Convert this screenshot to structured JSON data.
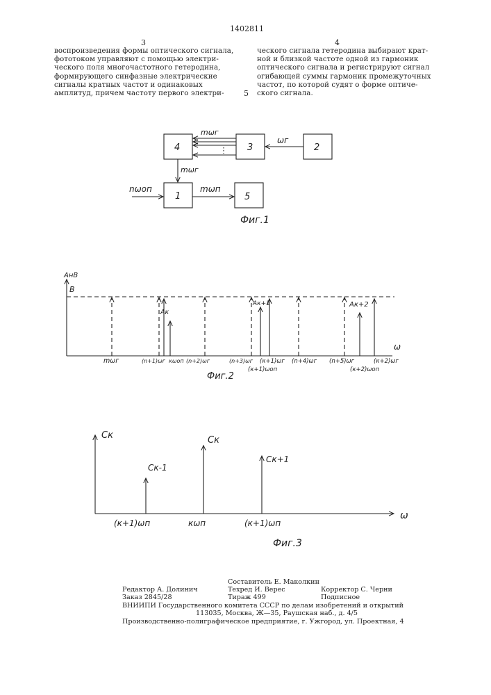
{
  "header": {
    "patent_number": "1402811",
    "col_left": "3",
    "col_right": "4",
    "line_mark": "5"
  },
  "body_text": {
    "left": [
      "воспроизведения формы оптического сигнала,",
      "фототоком управляют с помощью электри-",
      "ческого поля многочастотного гетеродина,",
      "формирующего синфазные электрические",
      "сигналы кратных частот и одинаковых",
      "амплитуд, причем частоту первого электри-"
    ],
    "right": [
      "ческого сигнала гетеродина выбирают крат-",
      "ной и близкой частоте одной из гармоник",
      "оптического сигнала и регистрируют сигнал",
      "огибающей суммы гармоник промежуточных",
      "частот, по которой судят о форме оптиче-",
      "ского сигнала."
    ]
  },
  "fig1": {
    "caption": "Фиг.1",
    "blocks": [
      "4",
      "3",
      "2",
      "1",
      "5"
    ],
    "labels": {
      "top_bus": "mωг",
      "input_2_to_3": "ωг",
      "down_4_to_1": "mωг",
      "input_1": "nωоп",
      "out_1_to_5": "mωп"
    }
  },
  "fig2": {
    "caption": "Фиг.2",
    "y_axis": "AнB",
    "x_axis": "ω",
    "level_label": "B",
    "amp_labels": [
      "Aк",
      "Aк+1",
      "Aк+2"
    ],
    "ticks_top": [
      "mωг",
      "(n+1)ωг",
      "кωоп",
      "(n+2)ωг",
      "(n+3)ωг",
      "(к+1)ωг",
      "(n+4)ωг",
      "(n+5)ωг",
      "(к+2)ωг"
    ],
    "ticks_bottom": [
      "(к+1)ωоп",
      "(к+2)ωоп"
    ]
  },
  "fig3": {
    "caption": "Фиг.3",
    "y_axis": "Cк",
    "x_axis": "ω",
    "peak_labels": [
      "Cк-1",
      "Cк",
      "Cк+1"
    ],
    "ticks": [
      "(к+1)ωп",
      "кωп",
      "(к+1)ωп"
    ]
  },
  "imprint": {
    "composer": "Составитель Е. Маколкин",
    "editor": "Редактор А. Долинич",
    "techred": "Техред И. Верес",
    "corrector": "Корректор С. Черни",
    "order": "Заказ 2845/28",
    "print_run": "Тираж 499",
    "subscription": "Подписное",
    "org": "ВНИИПИ Государственного комитета СССР по делам изобретений и открытий",
    "address": "113035, Москва, Ж—35, Раушская наб., д. 4/5",
    "printer": "Производственно-полиграфическое предприятие, г. Ужгород, ул. Проектная, 4"
  },
  "colors": {
    "ink": "#222222",
    "paper": "#ffffff"
  }
}
